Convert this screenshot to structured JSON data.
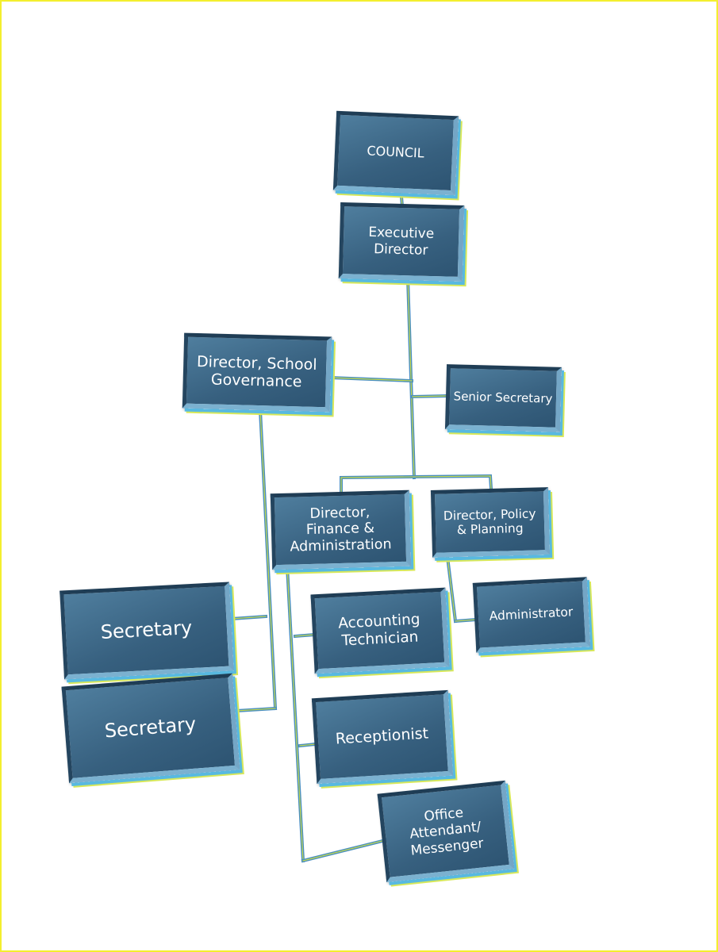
{
  "chart": {
    "nodes": {
      "council": "COUNCIL",
      "executive_director": "Executive\nDirector",
      "director_school_governance": "Director, School\nGovernance",
      "senior_secretary": "Senior Secretary",
      "director_finance_admin": "Director,\nFinance &\nAdministration",
      "director_policy_planning": "Director, Policy\n& Planning",
      "secretary_1": "Secretary",
      "secretary_2": "Secretary",
      "accounting_technician": "Accounting\nTechnician",
      "administrator": "Administrator",
      "receptionist": "Receptionist",
      "office_attendant": "Office\nAttendant/\nMessenger"
    }
  },
  "colors": {
    "box": "#37607f",
    "box_text": "#ffffff",
    "connector": "#4a8fc1",
    "connector_accent": "#c6d94a",
    "page_border": "#f4ef2e"
  }
}
